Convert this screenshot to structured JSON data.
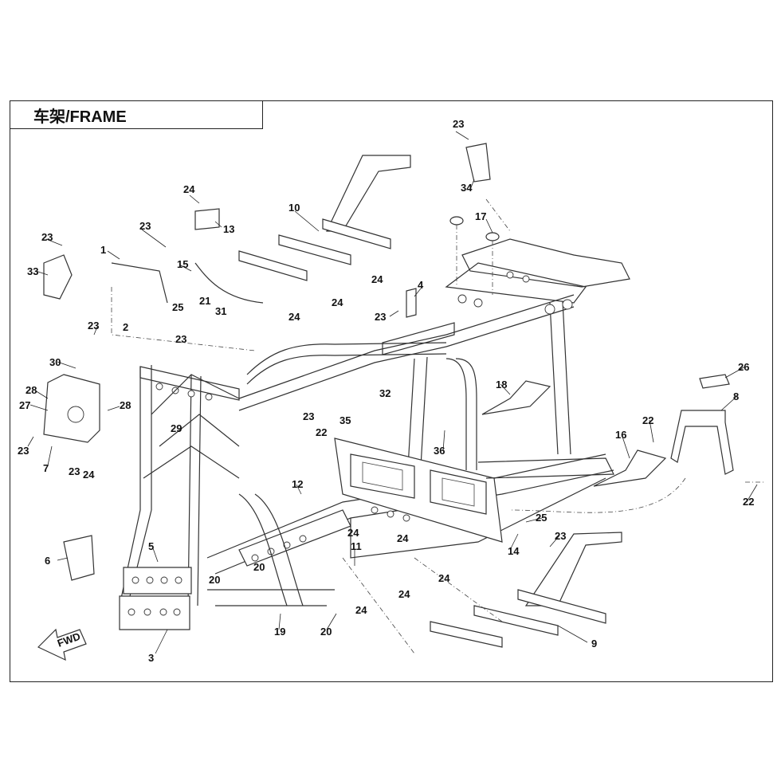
{
  "title": "车架/FRAME",
  "fwd_label": "FWD",
  "callouts": [
    "1",
    "2",
    "3",
    "4",
    "5",
    "6",
    "7",
    "8",
    "9",
    "10",
    "11",
    "12",
    "13",
    "14",
    "15",
    "16",
    "17",
    "18",
    "19",
    "20",
    "20",
    "20",
    "21",
    "22",
    "22",
    "22",
    "23",
    "23",
    "23",
    "23",
    "23",
    "23",
    "23",
    "23",
    "23",
    "23",
    "24",
    "24",
    "24",
    "24",
    "24",
    "24",
    "24",
    "24",
    "24",
    "24",
    "25",
    "25",
    "26",
    "27",
    "28",
    "28",
    "29",
    "30",
    "31",
    "32",
    "33",
    "34",
    "35",
    "36"
  ]
}
